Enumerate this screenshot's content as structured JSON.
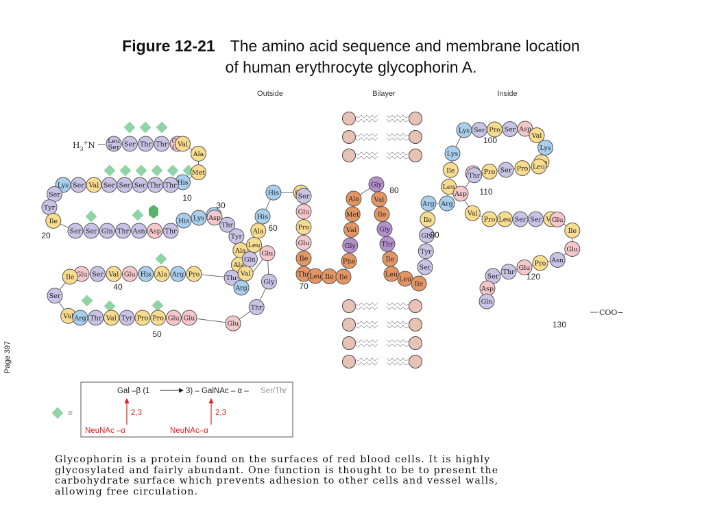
{
  "title": {
    "figure_label": "Figure 12-21",
    "line1": "The amino acid sequence and membrane location",
    "line2": "of human erythrocyte glycophorin A."
  },
  "regions": [
    "Outside",
    "Bilayer",
    "Inside"
  ],
  "side_label": "Page 397",
  "n_terminus": "H3+N",
  "c_terminus": "COO−",
  "residue_colors": {
    "yellow": "#f9dc8e",
    "blue": "#a9cfee",
    "purple": "#c9c4e6",
    "pink": "#f6c8cc",
    "orange": "#e39564",
    "violet": "#b48fcd"
  },
  "glyco_color": "#8fd3a6",
  "olink_color": "#57b36b",
  "lipid_head_color": "#e9c2b6",
  "sequence": [
    {
      "aa": "Leu/Ser",
      "c": "purple"
    },
    {
      "aa": "Ser",
      "c": "purple"
    },
    {
      "aa": "Thr",
      "c": "purple"
    },
    {
      "aa": "Thr",
      "c": "purple"
    },
    {
      "aa": "Glu/Gly",
      "c": "pink"
    },
    {
      "aa": "Val",
      "c": "yellow"
    },
    {
      "aa": "Ala",
      "c": "yellow"
    },
    {
      "aa": "Met",
      "c": "yellow"
    },
    {
      "aa": "His",
      "c": "blue"
    },
    {
      "aa": "Thr",
      "c": "purple"
    },
    {
      "aa": "Thr",
      "c": "purple"
    },
    {
      "aa": "Ser",
      "c": "purple"
    },
    {
      "aa": "Ser",
      "c": "purple"
    },
    {
      "aa": "Ser",
      "c": "purple"
    },
    {
      "aa": "Val",
      "c": "yellow"
    },
    {
      "aa": "Ser",
      "c": "purple"
    },
    {
      "aa": "Lys",
      "c": "blue"
    },
    {
      "aa": "Ser",
      "c": "purple"
    },
    {
      "aa": "Tyr",
      "c": "purple"
    },
    {
      "aa": "Ile",
      "c": "yellow"
    },
    {
      "aa": "Ser",
      "c": "purple"
    },
    {
      "aa": "Ser",
      "c": "purple"
    },
    {
      "aa": "Gln",
      "c": "purple"
    },
    {
      "aa": "Thr",
      "c": "purple"
    },
    {
      "aa": "Asn",
      "c": "purple"
    },
    {
      "aa": "Asp",
      "c": "pink"
    },
    {
      "aa": "Thr",
      "c": "purple"
    },
    {
      "aa": "His",
      "c": "blue"
    },
    {
      "aa": "Lys",
      "c": "blue"
    },
    {
      "aa": "Arg",
      "c": "blue"
    },
    {
      "aa": "Asp",
      "c": "pink"
    },
    {
      "aa": "Thr",
      "c": "purple"
    },
    {
      "aa": "Tyr",
      "c": "purple"
    },
    {
      "aa": "Ala",
      "c": "yellow"
    },
    {
      "aa": "Ala",
      "c": "yellow"
    },
    {
      "aa": "Thr",
      "c": "purple"
    },
    {
      "aa": "Pro",
      "c": "yellow"
    },
    {
      "aa": "Arg",
      "c": "blue"
    },
    {
      "aa": "Ala",
      "c": "yellow"
    },
    {
      "aa": "His",
      "c": "blue"
    },
    {
      "aa": "Glu",
      "c": "pink"
    },
    {
      "aa": "Val",
      "c": "yellow"
    },
    {
      "aa": "Ser",
      "c": "purple"
    },
    {
      "aa": "Glu",
      "c": "pink"
    },
    {
      "aa": "Ile",
      "c": "yellow"
    },
    {
      "aa": "Ser",
      "c": "purple"
    },
    {
      "aa": "Val",
      "c": "yellow"
    },
    {
      "aa": "Arg",
      "c": "blue"
    },
    {
      "aa": "Thr",
      "c": "purple"
    },
    {
      "aa": "Val",
      "c": "yellow"
    },
    {
      "aa": "Tyr",
      "c": "purple"
    },
    {
      "aa": "Pro",
      "c": "yellow"
    },
    {
      "aa": "Pro",
      "c": "yellow"
    },
    {
      "aa": "Glu",
      "c": "pink"
    },
    {
      "aa": "Glu",
      "c": "pink"
    },
    {
      "aa": "Glu",
      "c": "pink"
    },
    {
      "aa": "Thr",
      "c": "purple"
    },
    {
      "aa": "Gly",
      "c": "purple"
    },
    {
      "aa": "Glu",
      "c": "pink"
    },
    {
      "aa": "Arg",
      "c": "blue"
    },
    {
      "aa": "Val",
      "c": "yellow"
    },
    {
      "aa": "Gln",
      "c": "purple"
    },
    {
      "aa": "Leu",
      "c": "yellow"
    },
    {
      "aa": "Ala",
      "c": "yellow"
    },
    {
      "aa": "His",
      "c": "blue"
    },
    {
      "aa": "His",
      "c": "blue"
    },
    {
      "aa": "Phe",
      "c": "yellow"
    },
    {
      "aa": "Ser",
      "c": "purple"
    },
    {
      "aa": "Glu",
      "c": "pink"
    },
    {
      "aa": "Pro",
      "c": "yellow"
    },
    {
      "aa": "Glu",
      "c": "pink"
    },
    {
      "aa": "Ile",
      "c": "orange"
    },
    {
      "aa": "Thr",
      "c": "orange"
    },
    {
      "aa": "Leu",
      "c": "orange"
    },
    {
      "aa": "Ile",
      "c": "orange"
    },
    {
      "aa": "Ile",
      "c": "orange"
    },
    {
      "aa": "Phe",
      "c": "orange"
    },
    {
      "aa": "Gly",
      "c": "violet"
    },
    {
      "aa": "Val",
      "c": "orange"
    },
    {
      "aa": "Met",
      "c": "orange"
    },
    {
      "aa": "Ala",
      "c": "orange"
    },
    {
      "aa": "Gly",
      "c": "violet"
    },
    {
      "aa": "Val",
      "c": "orange"
    },
    {
      "aa": "Ile",
      "c": "orange"
    },
    {
      "aa": "Gly",
      "c": "violet"
    },
    {
      "aa": "Thr",
      "c": "violet"
    },
    {
      "aa": "Ile",
      "c": "orange"
    },
    {
      "aa": "Leu",
      "c": "orange"
    },
    {
      "aa": "Leu",
      "c": "orange"
    },
    {
      "aa": "Ile",
      "c": "orange"
    },
    {
      "aa": "Ser",
      "c": "purple"
    },
    {
      "aa": "Tyr",
      "c": "purple"
    },
    {
      "aa": "Gly",
      "c": "purple"
    },
    {
      "aa": "Ile",
      "c": "yellow"
    },
    {
      "aa": "Arg",
      "c": "blue"
    },
    {
      "aa": "Arg",
      "c": "blue"
    },
    {
      "aa": "Leu",
      "c": "yellow"
    },
    {
      "aa": "Ile",
      "c": "yellow"
    },
    {
      "aa": "Lys",
      "c": "blue"
    },
    {
      "aa": "Lys",
      "c": "blue"
    },
    {
      "aa": "Ser",
      "c": "purple"
    },
    {
      "aa": "Pro",
      "c": "yellow"
    },
    {
      "aa": "Ser",
      "c": "purple"
    },
    {
      "aa": "Asp",
      "c": "pink"
    },
    {
      "aa": "Val",
      "c": "yellow"
    },
    {
      "aa": "Lys",
      "c": "blue"
    },
    {
      "aa": "Pro",
      "c": "yellow"
    },
    {
      "aa": "Leu",
      "c": "yellow"
    },
    {
      "aa": "Pro",
      "c": "yellow"
    },
    {
      "aa": "Ser",
      "c": "purple"
    },
    {
      "aa": "Pro",
      "c": "yellow"
    },
    {
      "aa": "Asp",
      "c": "pink"
    },
    {
      "aa": "Thr",
      "c": "purple"
    },
    {
      "aa": "Asp",
      "c": "pink"
    },
    {
      "aa": "Val",
      "c": "yellow"
    },
    {
      "aa": "Pro",
      "c": "yellow"
    },
    {
      "aa": "Leu",
      "c": "yellow"
    },
    {
      "aa": "Ser",
      "c": "purple"
    },
    {
      "aa": "Ser",
      "c": "purple"
    },
    {
      "aa": "Val",
      "c": "yellow"
    },
    {
      "aa": "Glu",
      "c": "pink"
    },
    {
      "aa": "Ile",
      "c": "yellow"
    },
    {
      "aa": "Glu",
      "c": "pink"
    },
    {
      "aa": "Asn",
      "c": "purple"
    },
    {
      "aa": "Pro",
      "c": "yellow"
    },
    {
      "aa": "Glu",
      "c": "pink"
    },
    {
      "aa": "Thr",
      "c": "purple"
    },
    {
      "aa": "Ser",
      "c": "purple"
    },
    {
      "aa": "Asp",
      "c": "pink"
    },
    {
      "aa": "Gln",
      "c": "purple"
    }
  ],
  "position_labels": [
    "10",
    "20",
    "30",
    "40",
    "50",
    "60",
    "70",
    "80",
    "90",
    "100",
    "110",
    "120",
    "130"
  ],
  "legend": {
    "equals": "=",
    "formula_gal": "Gal",
    "formula_beta": "–β (1",
    "formula_mid": "3) – GalNAc – α –",
    "formula_tail": "Ser/Thr",
    "link": "2,3",
    "neunac_left": "NeuNAc –α",
    "neunac_right": "NeuNAc–α"
  },
  "caption": [
    "Glycophorin is a protein found on the surfaces of red blood cells.  It is highly",
    "glycosylated and fairly abundant.  One function is thought to be to present the",
    "carbohydrate surface which prevents adhesion to other cells and vessel walls,",
    "allowing free circulation."
  ]
}
